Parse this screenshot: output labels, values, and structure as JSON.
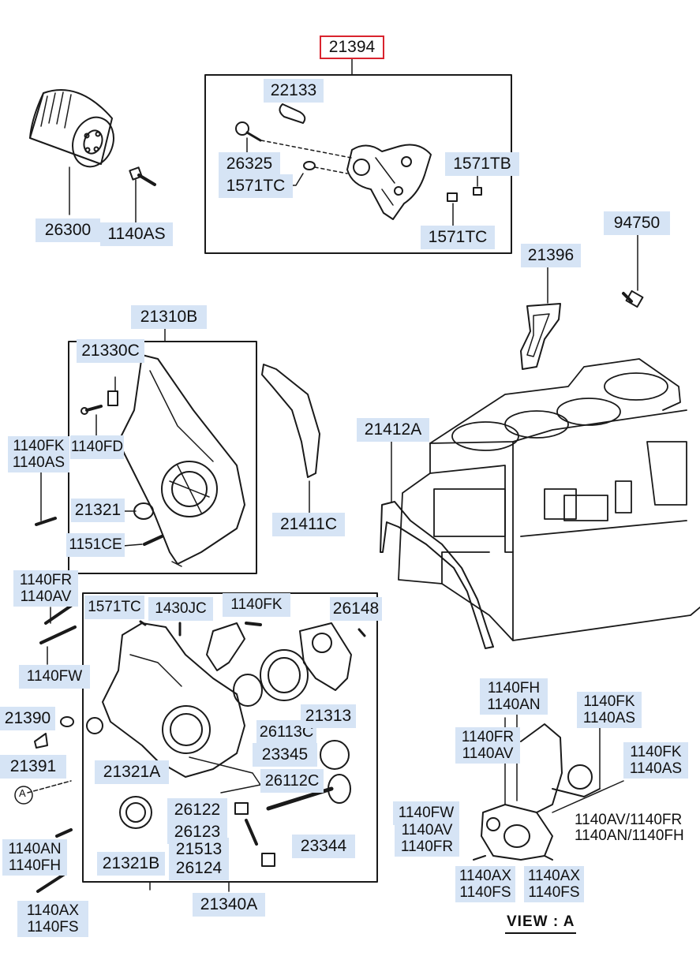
{
  "diagram": {
    "selected_part": "21394",
    "labels": {
      "p21394": "21394",
      "p22133": "22133",
      "p26325": "26325",
      "p1571tc_a": "1571TC",
      "p1571tb": "1571TB",
      "p1571tc_b": "1571TC",
      "p26300": "26300",
      "p1140as_a": "1140AS",
      "p94750": "94750",
      "p21396": "21396",
      "p21310b": "21310B",
      "p21330c": "21330C",
      "p1140fd": "1140FD",
      "p1140fk_a": "1140FK",
      "p1140as_b": "1140AS",
      "p21321": "21321",
      "p1151ce": "1151CE",
      "p21411c": "21411C",
      "p21412a": "21412A",
      "p1140fr_a": "1140FR",
      "p1140av_a": "1140AV",
      "p1571tc_c": "1571TC",
      "p1430jc": "1430JC",
      "p1140fk_b": "1140FK",
      "p26148": "26148",
      "p1140fw_a": "1140FW",
      "p21390": "21390",
      "p21391": "21391",
      "p21321a": "21321A",
      "p26113c": "26113C",
      "p21313": "21313",
      "p23345": "23345",
      "p26112c": "26112C",
      "p26122": "26122",
      "p26123": "26123",
      "p21513": "21513",
      "p26124": "26124",
      "p23344": "23344",
      "p21321b": "21321B",
      "p21340a": "21340A",
      "p1140an_a": "1140AN",
      "p1140fh_a": "1140FH",
      "p1140ax_a": "1140AX",
      "p1140fs_a": "1140FS",
      "p1140fh_b": "1140FH",
      "p1140an_b": "1140AN",
      "p1140fk_c": "1140FK",
      "p1140as_c": "1140AS",
      "p1140fr_b": "1140FR",
      "p1140av_b": "1140AV",
      "p1140fk_d": "1140FK",
      "p1140as_d": "1140AS",
      "p1140fw_b": "1140FW",
      "p1140av_c": "1140AV",
      "p1140fr_c": "1140FR",
      "p1140ax_b": "1140AX",
      "p1140fs_b": "1140FS",
      "p1140ax_c": "1140AX",
      "p1140fs_c": "1140FS",
      "p1140av_fr": "1140AV/1140FR",
      "p1140an_fh": "1140AN/1140FH",
      "callout_a": "A",
      "view_a": "VIEW : A"
    }
  }
}
